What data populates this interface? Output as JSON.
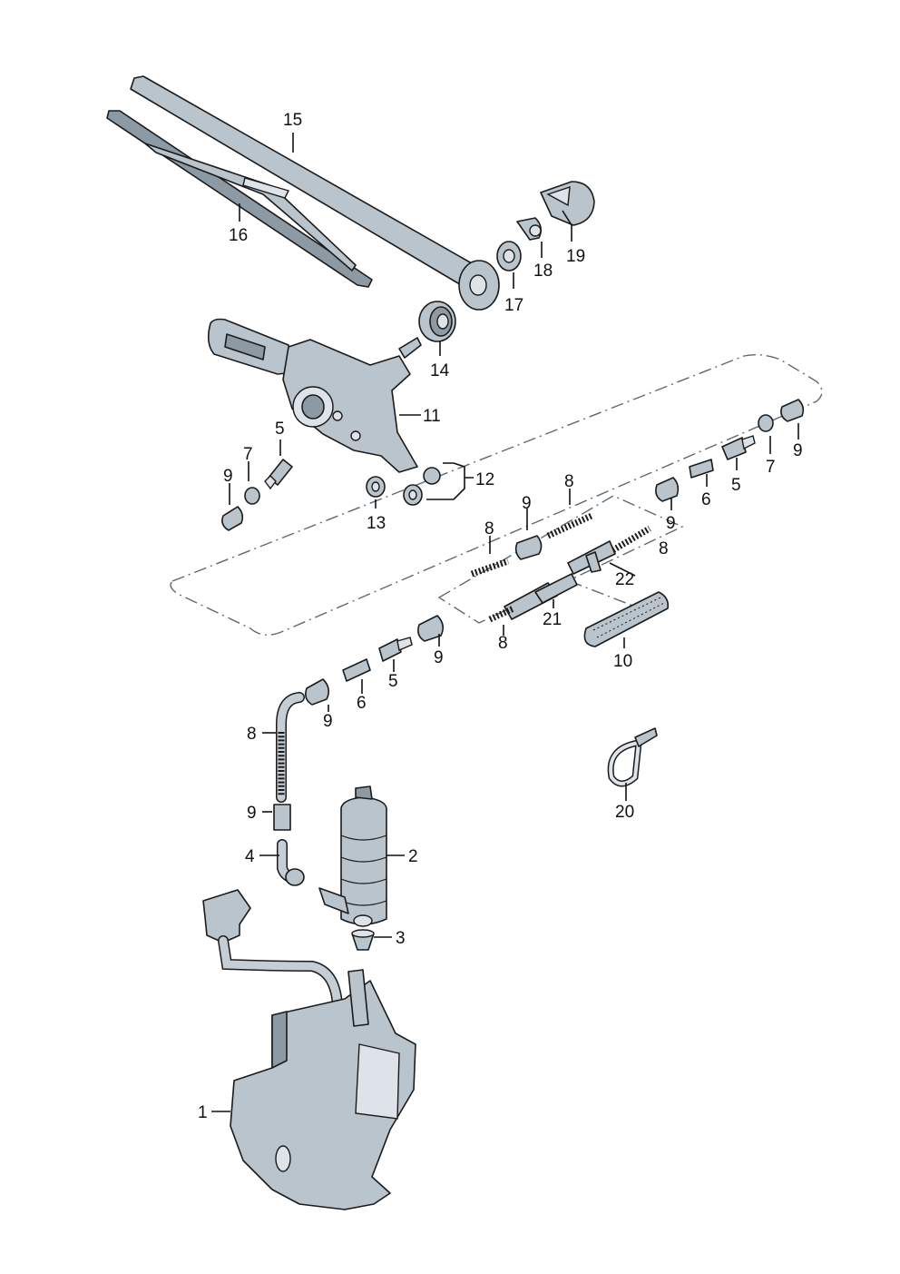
{
  "diagram": {
    "labels": {
      "l1": "1",
      "l2": "2",
      "l3": "3",
      "l4": "4",
      "l5a": "5",
      "l5b": "5",
      "l5c": "5",
      "l6a": "6",
      "l6b": "6",
      "l7a": "7",
      "l7b": "7",
      "l8a": "8",
      "l8b": "8",
      "l8c": "8",
      "l8d": "8",
      "l8e": "8",
      "l9a": "9",
      "l9b": "9",
      "l9c": "9",
      "l9d": "9",
      "l9e": "9",
      "l9f": "9",
      "l9g": "9",
      "l10": "10",
      "l11": "11",
      "l12": "12",
      "l13": "13",
      "l14": "14",
      "l15": "15",
      "l16": "16",
      "l17": "17",
      "l18": "18",
      "l19": "19",
      "l20": "20",
      "l21": "21",
      "l22": "22"
    }
  }
}
